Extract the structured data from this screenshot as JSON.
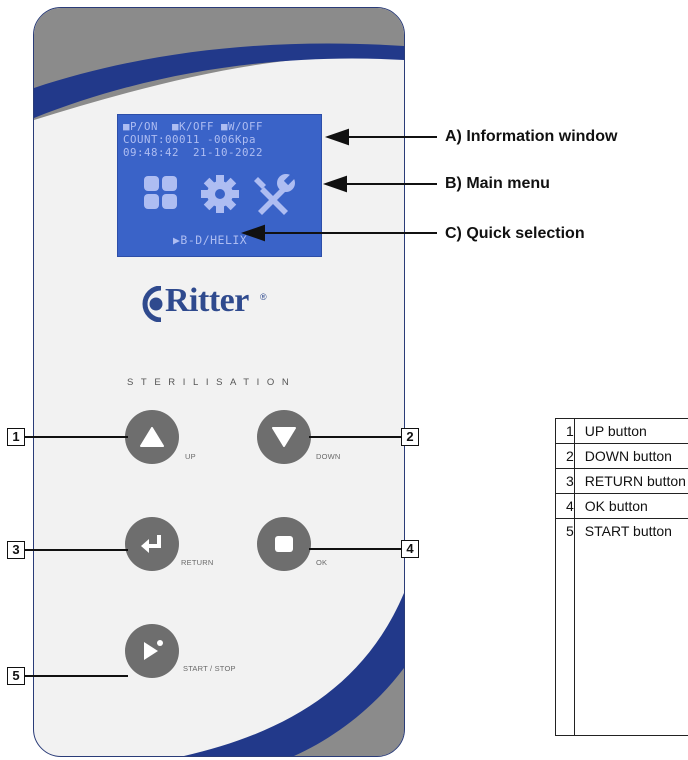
{
  "lcd": {
    "line1": "■P/ON  ■K/OFF ■W/OFF",
    "line2": "COUNT:00011 -006Kpa",
    "line3": "09:48:42  21-10-2022",
    "quick_selection": "▶B-D/HELIX",
    "icons": [
      "grid-menu-icon",
      "gear-icon",
      "wrench-screwdriver-icon"
    ]
  },
  "annotations": {
    "a": "A) Information window",
    "b": "B) Main menu",
    "c": "C) Quick selection"
  },
  "brand": {
    "name": "Ritter",
    "reg": "®",
    "tagline": "STERILISATION"
  },
  "buttons": [
    {
      "num": "1",
      "caption": "UP",
      "icon": "triangle-up-icon"
    },
    {
      "num": "2",
      "caption": "DOWN",
      "icon": "triangle-down-icon"
    },
    {
      "num": "3",
      "caption": "RETURN",
      "icon": "return-arrow-icon"
    },
    {
      "num": "4",
      "caption": "OK",
      "icon": "square-icon"
    },
    {
      "num": "5",
      "caption": "START / STOP",
      "icon": "play-dot-icon"
    }
  ],
  "table": {
    "rows": [
      {
        "n": "1",
        "text": "UP button"
      },
      {
        "n": "2",
        "text": "DOWN button"
      },
      {
        "n": "3",
        "text": "RETURN button"
      },
      {
        "n": "4",
        "text": "OK button"
      },
      {
        "n": "5",
        "text": "START button"
      }
    ]
  },
  "colors": {
    "lcd": "#3a63c8",
    "accent_blue": "#22398a",
    "gray_band": "#8a8a8a",
    "button": "#6e6e6e"
  }
}
